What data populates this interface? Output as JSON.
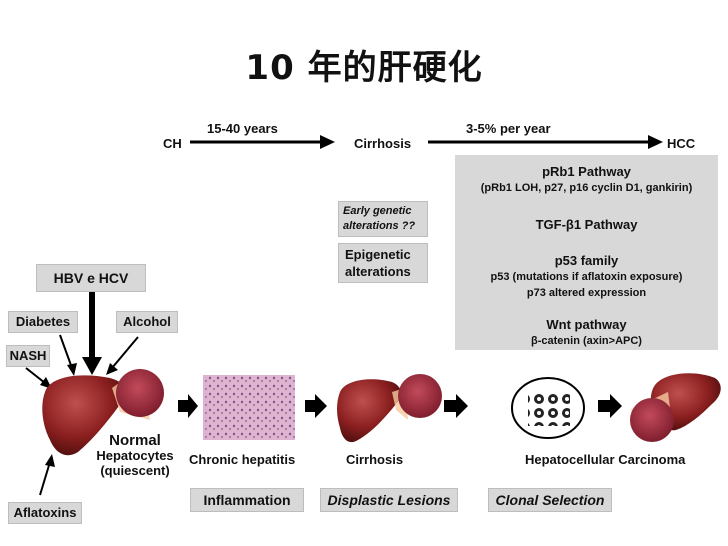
{
  "title": "10 年的肝硬化",
  "timeline": {
    "start": "CH",
    "mid": "Cirrhosis",
    "end": "HCC",
    "interval_1": "15-40 years",
    "interval_2": "3-5% per year"
  },
  "genetic_box": {
    "early": "Early genetic alterations ??",
    "epigenetic": "Epigenetic alterations"
  },
  "pathways": {
    "p1_title": "pRb1 Pathway",
    "p1_sub": "(pRb1 LOH, p27, p16 cyclin D1, gankirin)",
    "p2_title": "TGF-β1 Pathway",
    "p3_title": "p53 family",
    "p3_sub1": "p53 (mutations if aflatoxin exposure)",
    "p3_sub2": "p73 altered expression",
    "p4_title": "Wnt pathway",
    "p4_sub": "β-catenin (axin>APC)"
  },
  "risk_factors": {
    "hbv": "HBV e HCV",
    "diabetes": "Diabetes",
    "alcohol": "Alcohol",
    "nash": "NASH",
    "aflatoxins": "Aflatoxins"
  },
  "stages": {
    "normal_1": "Normal",
    "normal_2": "Hepatocytes",
    "normal_3": "(quiescent)",
    "chronic": "Chronic hepatitis",
    "cirrhosis": "Cirrhosis",
    "hcc": "Hepatocellular Carcinoma"
  },
  "processes": {
    "inflammation": "Inflammation",
    "displastic": "Displastic Lesions",
    "clonal": "Clonal Selection"
  },
  "colors": {
    "liver": "#8b1f1f",
    "liver_light": "#b84848",
    "box_grey": "#d8d8d8",
    "tissue": "#d8a8c8"
  }
}
